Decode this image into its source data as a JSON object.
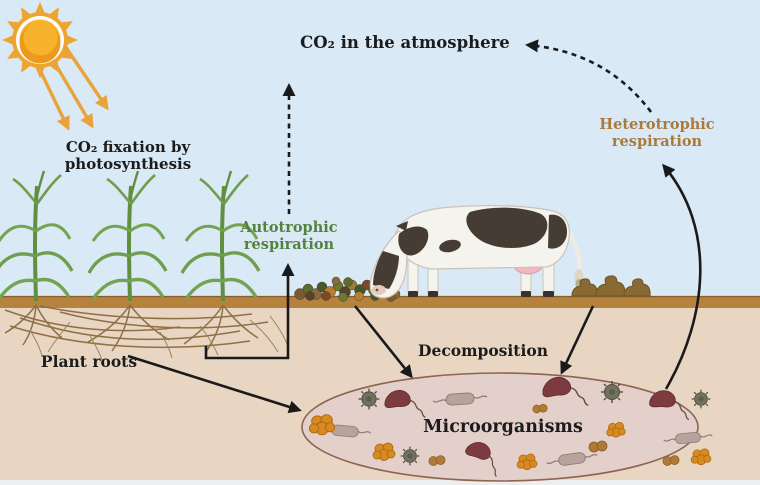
{
  "diagram_title": "CO₂ in the atmosphere",
  "labels": {
    "atmosphere": "CO₂ in the atmosphere",
    "fixation": "CO₂ fixation by\nphotosynthesis",
    "autotrophic": "Autotrophic\nrespiration",
    "heterotrophic": "Heterotrophic\nrespiration",
    "plant_roots": "Plant roots",
    "decomposition": "Decomposition",
    "microorganisms": "Microorganisms"
  },
  "colors": {
    "sky": "#d9e9f6",
    "ground_strip": "#b5833d",
    "soil": "#e8d6c3",
    "oval_fill": "#e4d0ca",
    "oval_stroke": "#8d6352",
    "autotrophic_text": "#54823d",
    "heterotrophic_text": "#a97a3c",
    "arrow": "#1a1a1a",
    "sun": "#f2a93b"
  },
  "icons": {
    "sun-icon": "sun with orange ray arrows",
    "corn-plant-icon": "maize plant",
    "plant-roots-icon": "fibrous root network underground",
    "cow-icon": "grazing holstein cow",
    "feed-pile-icon": "pile of plant litter being eaten",
    "manure-icon": "manure piles",
    "microbes-icon": "bacteria, cocci and viruses inside soil oval"
  },
  "flows": [
    {
      "from": "plants (autotrophic respiration)",
      "to": "CO₂ in the atmosphere",
      "style": "dashed arrow up"
    },
    {
      "from": "heterotrophic respiration",
      "to": "CO₂ in the atmosphere",
      "style": "dashed curved arrow"
    },
    {
      "from": "plant roots",
      "to": "autotrophic respiration",
      "style": "solid elbow arrow"
    },
    {
      "from": "plant roots",
      "to": "microorganisms",
      "style": "solid arrow"
    },
    {
      "from": "plant litter",
      "to": "microorganisms (decomposition)",
      "style": "solid arrow"
    },
    {
      "from": "manure",
      "to": "microorganisms (decomposition)",
      "style": "solid arrow"
    },
    {
      "from": "microorganisms",
      "to": "heterotrophic respiration",
      "style": "solid curved arrow"
    },
    {
      "from": "sun",
      "to": "plants",
      "style": "three orange ray arrows"
    }
  ]
}
